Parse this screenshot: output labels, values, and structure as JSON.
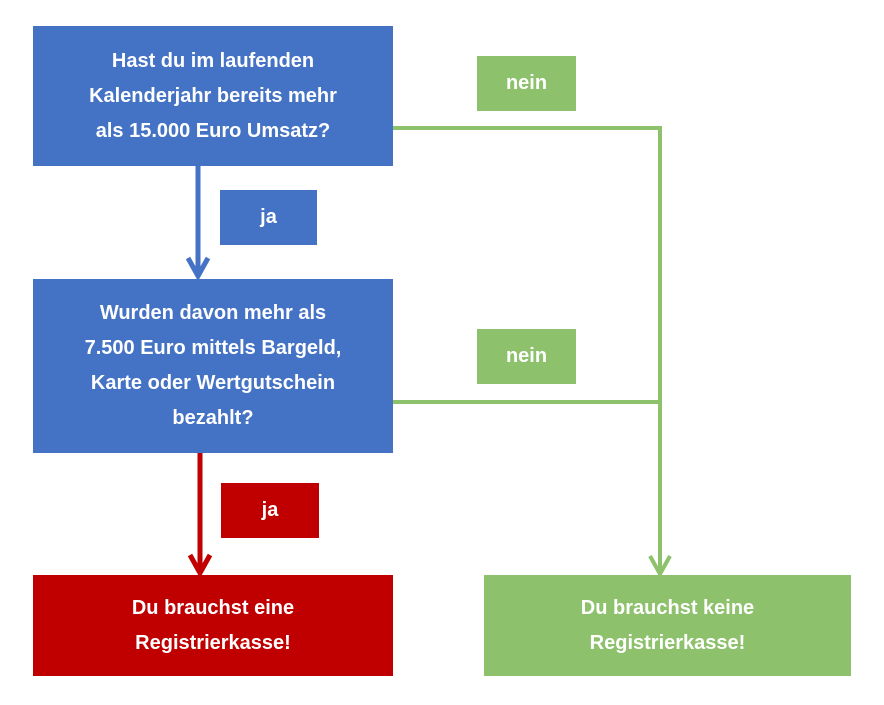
{
  "nodes": {
    "q1": "Hast du im laufenden\nKalenderjahr bereits mehr\nals 15.000 Euro Umsatz?",
    "q2": "Wurden davon mehr als\n7.500 Euro mittels Bargeld,\nKarte oder Wertgutschein\nbezahlt?",
    "result_yes": "Du brauchst eine\nRegistrierkasse!",
    "result_no": "Du brauchst keine\nRegistrierkasse!"
  },
  "labels": {
    "q1_yes": "ja",
    "q1_no": "nein",
    "q2_yes": "ja",
    "q2_no": "nein"
  },
  "colors": {
    "question": "#4472c4",
    "no_path": "#8ec16c",
    "yes_result": "#c00000"
  }
}
